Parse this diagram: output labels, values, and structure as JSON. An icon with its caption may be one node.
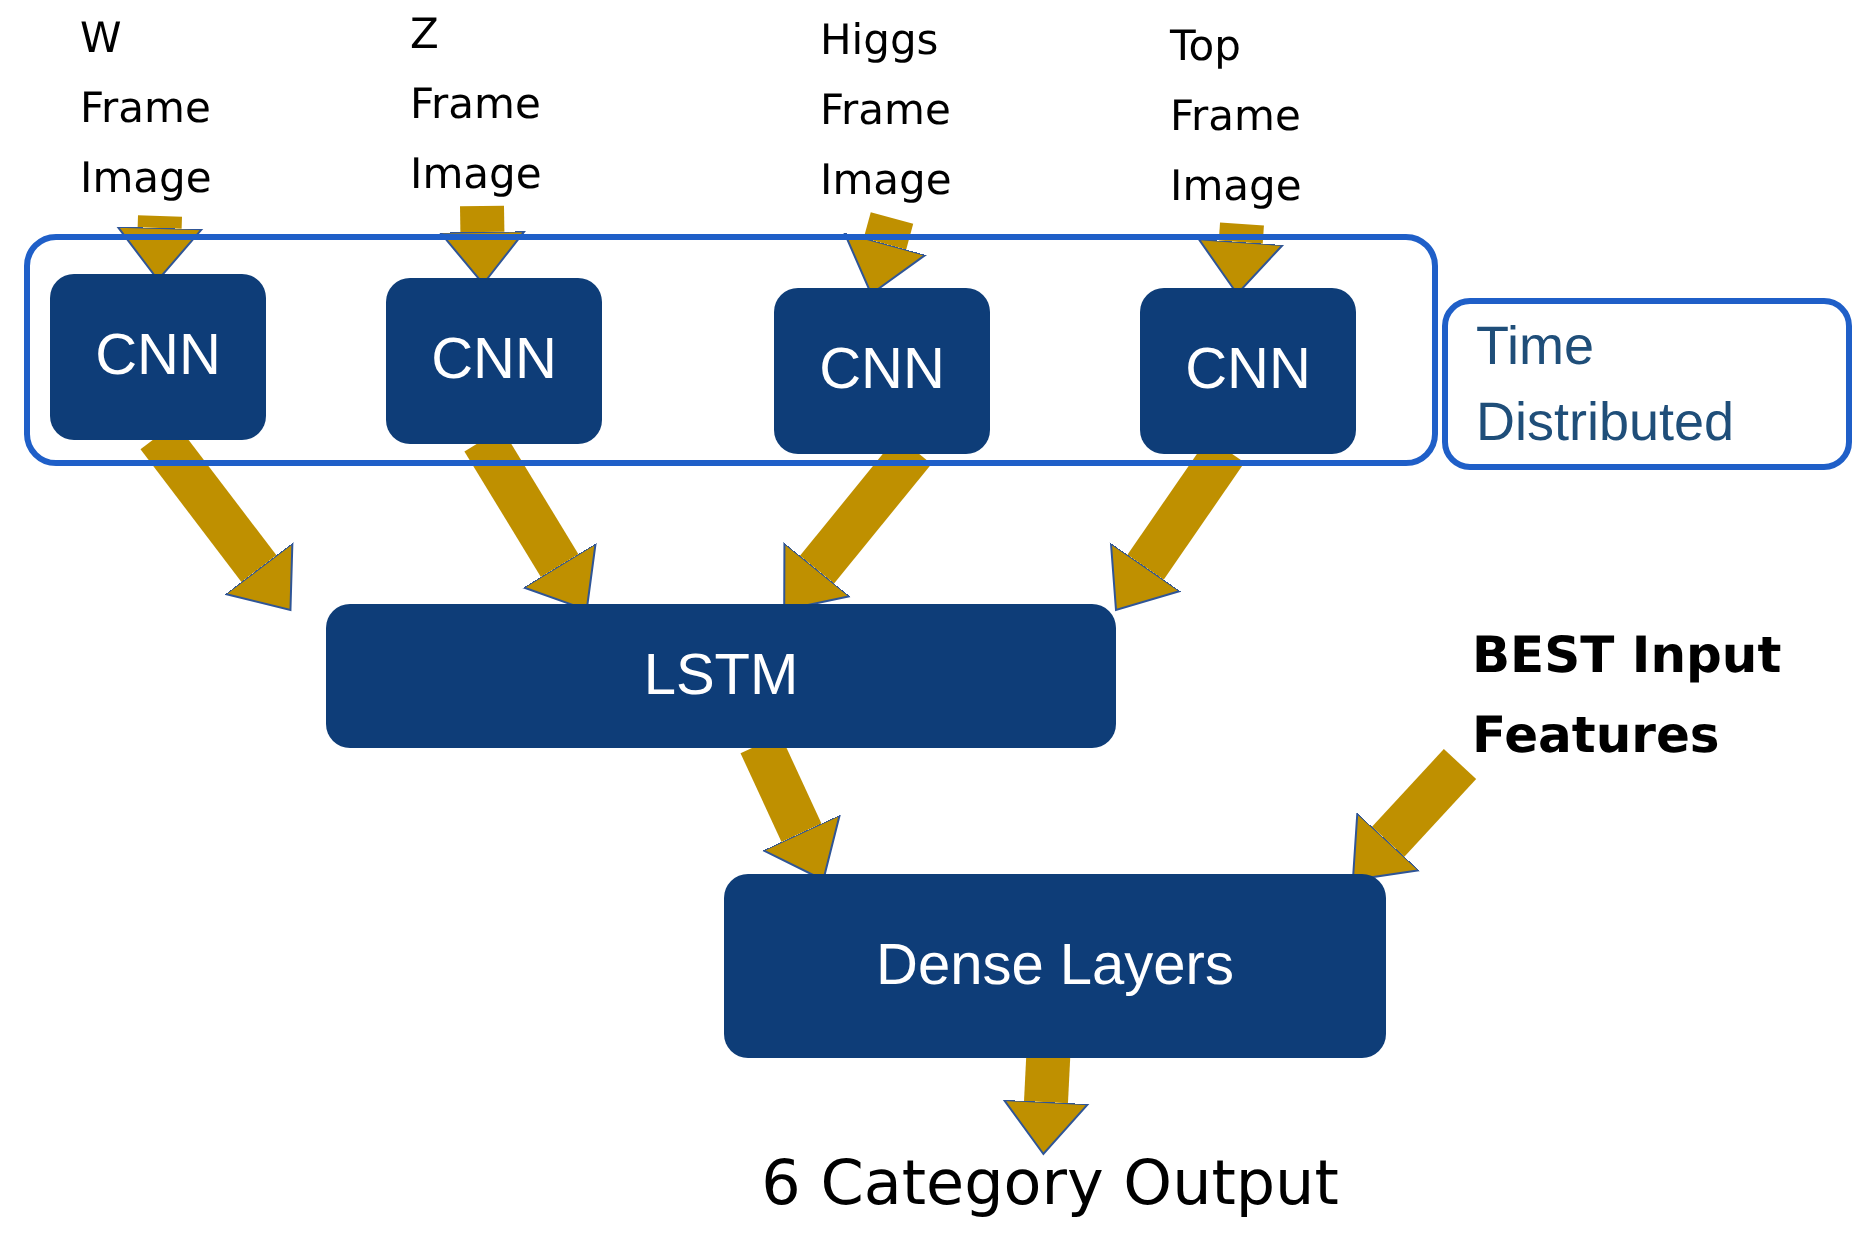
{
  "diagram": {
    "nodes": [
      {
        "text": [
          "W Frame Image"
        ]
      },
      {
        "text": [
          "Z Frame Image"
        ]
      },
      {
        "text": [
          "Higgs Frame Image"
        ]
      },
      {
        "text": [
          "Top Frame Image"
        ]
      },
      {
        "text": [],
        "shape": "box"
      },
      {
        "text": [
          "CNN"
        ],
        "in": 4
      },
      {
        "text": [
          "CNN"
        ],
        "in": 4
      },
      {
        "text": [
          "CNN"
        ],
        "in": 4
      },
      {
        "text": [
          "CNN"
        ],
        "in": 4
      },
      {
        "text": [
          "Time Distributed"
        ]
      },
      {
        "text": [
          "LSTM"
        ]
      },
      {
        "text": [
          "BEST Input Features"
        ]
      },
      {
        "text": [
          "Dense Layers"
        ]
      },
      {
        "text": [
          "6 Category Output"
        ]
      }
    ],
    "edges": [
      {
        "from": 0,
        "to": 5,
        "arrow": "to"
      },
      {
        "from": 1,
        "to": 6,
        "arrow": "to"
      },
      {
        "from": 2,
        "to": 7,
        "arrow": "to"
      },
      {
        "from": 3,
        "to": 8,
        "arrow": "to"
      },
      {
        "from": 5,
        "to": 10,
        "arrow": "to"
      },
      {
        "from": 6,
        "to": 10,
        "arrow": "to"
      },
      {
        "from": 7,
        "to": 10,
        "arrow": "to"
      },
      {
        "from": 8,
        "to": 10,
        "arrow": "to"
      },
      {
        "from": 10,
        "to": 12,
        "arrow": "to"
      },
      {
        "from": 11,
        "to": 12,
        "arrow": "to"
      },
      {
        "from": 12,
        "to": 13,
        "arrow": "to"
      }
    ]
  }
}
